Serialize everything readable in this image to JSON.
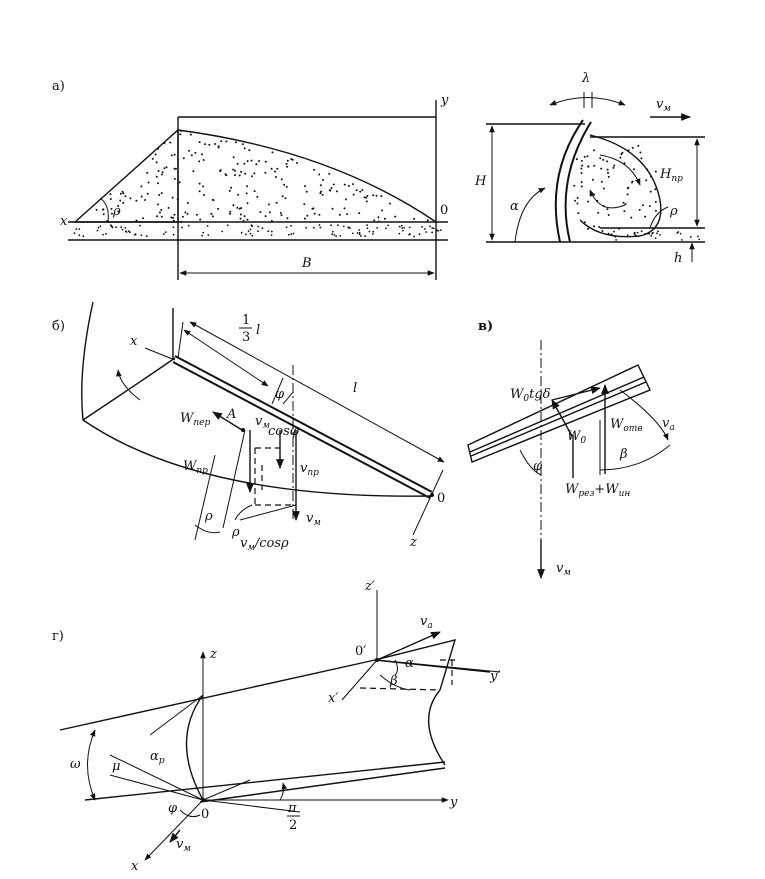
{
  "panels": {
    "a": "а)",
    "b": "б)",
    "v": "в)",
    "g": "г)"
  },
  "labels": {
    "a_x": "x",
    "a_y": "y",
    "a_rho": "ρ",
    "a_0": "0",
    "a_B": "B",
    "a_lambda": "λ",
    "a_vm": "v",
    "a_vm_sub": "м",
    "a_H": "H",
    "a_alpha": "α",
    "a_Hpr": "H",
    "a_Hpr_sub": "пр",
    "a_rho2": "ρ",
    "a_h": "h",
    "b_x": "x",
    "b_third": "1",
    "b_third_den": "3",
    "b_l_small": "l",
    "b_l": "l",
    "b_phi": "φ",
    "b_Wper": "W",
    "b_Wper_sub": "пер",
    "b_A": "A",
    "b_vm_cos": "v",
    "b_vm_cos_sub": "м",
    "b_cos": "cosφ",
    "b_Wpr": "W",
    "b_Wpr_sub": "пр",
    "b_vpr": "v",
    "b_vpr_sub": "пр",
    "b_vm": "v",
    "b_vm_sub": "м",
    "b_rho1": "ρ",
    "b_rho2": "ρ",
    "b_vm_cosr": "v",
    "b_vm_cosr_sub": "м",
    "b_cosr": "/cosρ",
    "b_0": "0",
    "b_z": "z",
    "v_W0tg": "W",
    "v_W0tg_sub": "0",
    "v_tg": "tgδ",
    "v_W0": "W",
    "v_W0_sub": "0",
    "v_Wotv": "W",
    "v_Wotv_sub": "отв",
    "v_va": "v",
    "v_va_sub": "а",
    "v_phi": "φ",
    "v_beta": "β",
    "v_Wrez": "W",
    "v_Wrez_sub": "рез",
    "v_plus": "+W",
    "v_Win_sub": "ин",
    "v_vm": "v",
    "v_vm_sub": "м",
    "g_zp": "z′",
    "g_va": "v",
    "g_va_sub": "а",
    "g_0p": "0′",
    "g_alpha": "α",
    "g_yp": "y′",
    "g_xp": "x′",
    "g_beta": "β",
    "g_z": "z",
    "g_omega": "ω",
    "g_mu": "μ",
    "g_alphap": "α",
    "g_alphap_sub": "р",
    "g_phi": "φ",
    "g_0": "0",
    "g_pi": "π",
    "g_two": "2",
    "g_y": "y",
    "g_vm": "v",
    "g_vm_sub": "м",
    "g_x": "x"
  }
}
